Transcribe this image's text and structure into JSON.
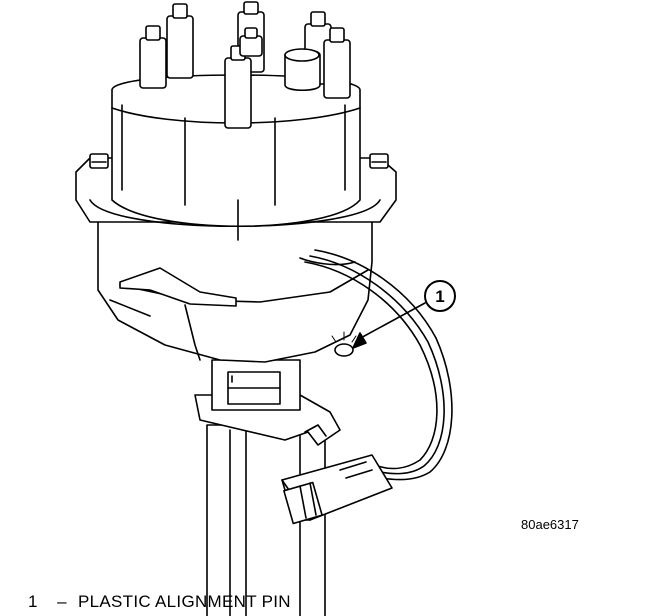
{
  "callout": {
    "number": "1"
  },
  "figure_id": "80ae6317",
  "legend": [
    {
      "number": "1",
      "separator": "–",
      "label": "PLASTIC ALIGNMENT PIN"
    }
  ]
}
